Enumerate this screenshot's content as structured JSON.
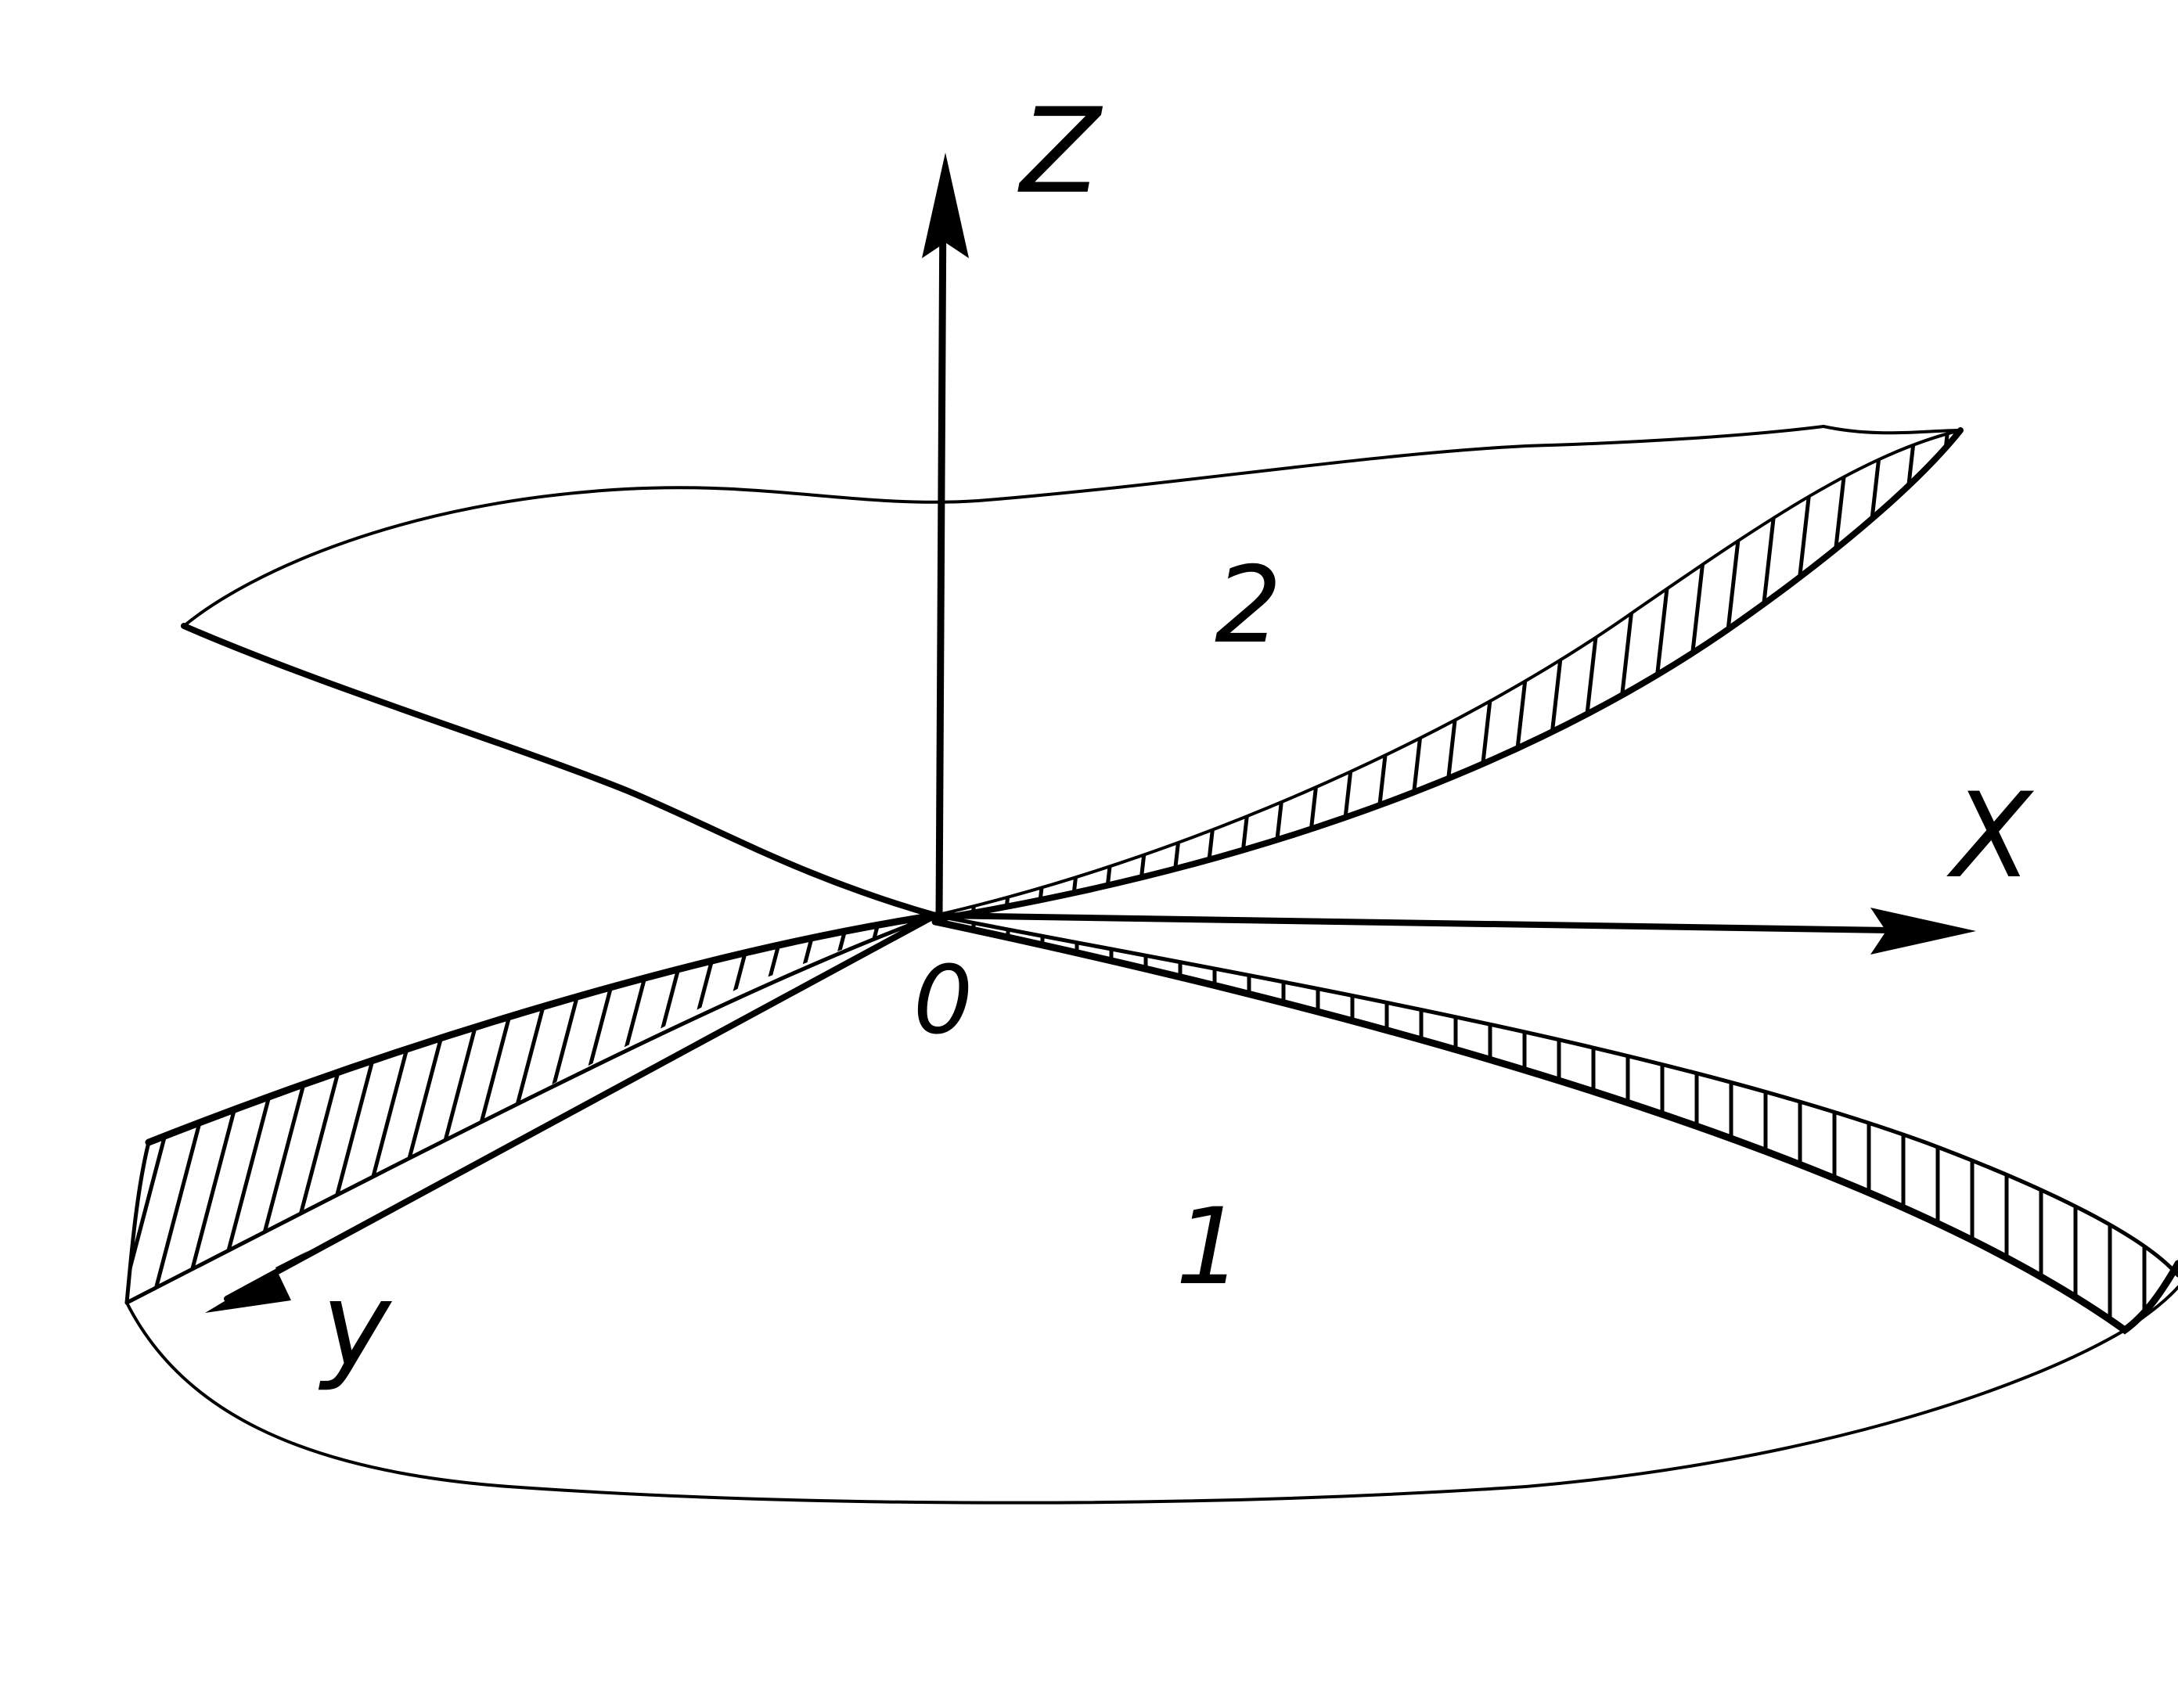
{
  "labels": {
    "z_axis": "Z",
    "x_axis": "X",
    "y_axis": "y",
    "origin": "0",
    "surface_upper": "2",
    "surface_lower": "1"
  },
  "colors": {
    "ink": "#000000",
    "paper": "#ffffff"
  }
}
